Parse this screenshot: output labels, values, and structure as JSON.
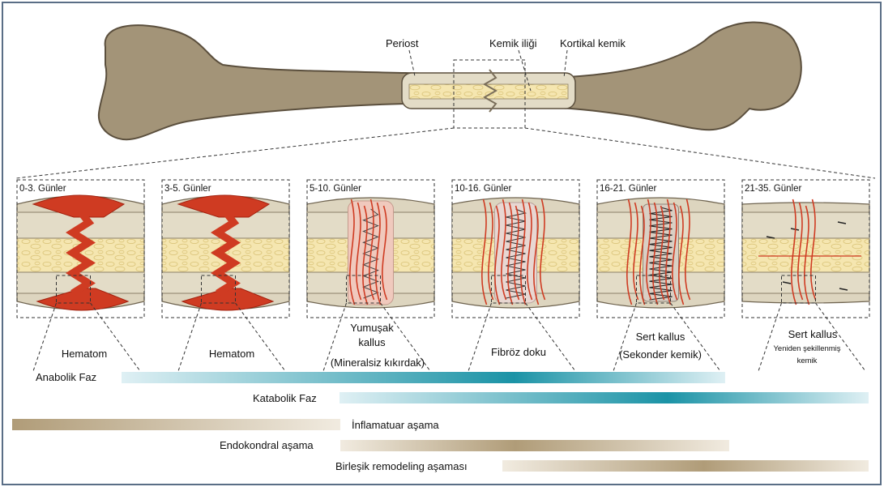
{
  "bone_labels": {
    "periost": "Periost",
    "kemik_iligi": "Kemik iliği",
    "kortikal_kemik": "Kortikal kemik"
  },
  "panels": [
    {
      "days": "0-3. Günler",
      "stage": "hematoma",
      "caption_lines": [
        "Hematom"
      ]
    },
    {
      "days": "3-5. Günler",
      "stage": "hematoma",
      "caption_lines": [
        "Hematom"
      ]
    },
    {
      "days": "5-10. Günler",
      "stage": "soft",
      "caption_lines": [
        "Yumuşak",
        "kallus",
        "(Mineralsiz kıkırdak)"
      ]
    },
    {
      "days": "10-16. Günler",
      "stage": "fibrous",
      "caption_lines": [
        "Fibröz doku"
      ]
    },
    {
      "days": "16-21. Günler",
      "stage": "hard",
      "caption_lines": [
        "Sert kallus",
        "(Sekonder kemik)"
      ]
    },
    {
      "days": "21-35. Günler",
      "stage": "remodel",
      "caption_lines": [
        "Sert kallus",
        "Yeniden şekillenmiş",
        "kemik"
      ]
    }
  ],
  "phases": {
    "anabolik": "Anabolik Faz",
    "katabolik": "Katabolik Faz",
    "inflamatuar": "İnflamatuar aşama",
    "endokondral": "Endokondral aşama",
    "remodeling": "Birleşik remodeling aşaması"
  },
  "colors": {
    "bone": "#a39478",
    "bone_outline": "#5b4f3d",
    "cortex": "#e3dcc7",
    "marrow": "#f5e6b0",
    "marrow_cell": "#e7d48a",
    "blood": "#cf3b22",
    "blood_dark": "#a3220f",
    "soft_callus": "#f0c9bd",
    "teal": "#1a93a6",
    "tan": "#b09c78"
  }
}
